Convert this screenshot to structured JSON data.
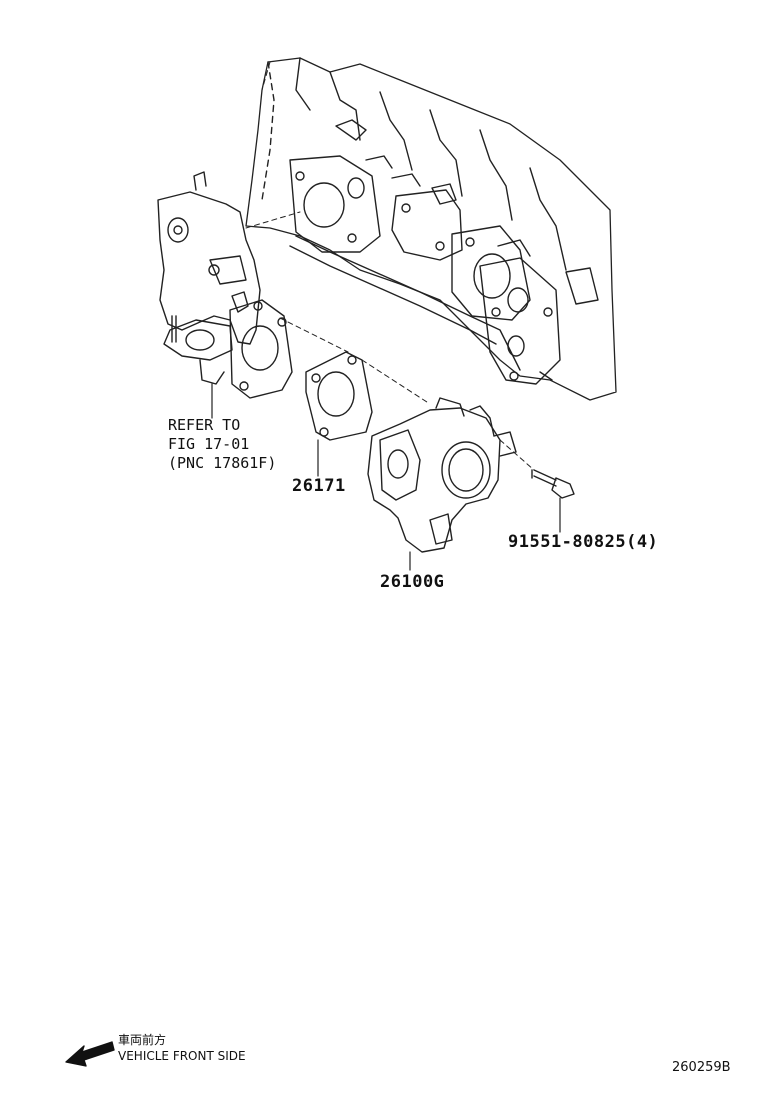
{
  "parts": {
    "gasket": "26171",
    "throttle_body": "26100G",
    "bolt": "91551-80825(4)"
  },
  "reference": {
    "line1": "REFER TO",
    "line2": "FIG 17-01",
    "line3": "(PNC 17861F)"
  },
  "direction": {
    "japanese": "車両前方",
    "english": "VEHICLE FRONT SIDE"
  },
  "illustration_code": "260259B"
}
